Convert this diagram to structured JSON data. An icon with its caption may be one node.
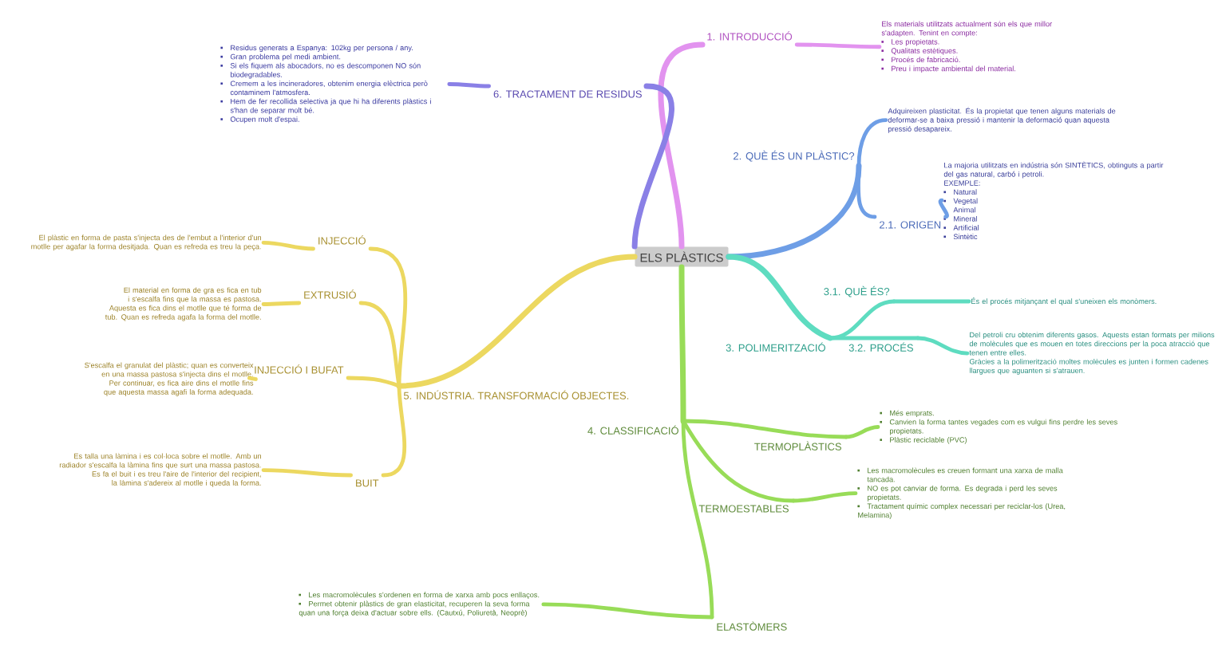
{
  "diagram": {
    "nodes": [
      {
        "text": [
          "ELS PLÀSTICS"
        ]
      },
      {
        "text": [
          "1. INTRODUCCIÓ"
        ]
      },
      {
        "text": [
          "Els materials utilitzats actualment són els que millor s'adapten. Tenint en compte:",
          "Les propietats.",
          "Qualitats estètiques.",
          "Procés de fabricació.",
          "Preu i impacte ambiental del material."
        ]
      },
      {
        "text": [
          "2. QUÈ ÉS UN PLÀSTIC?"
        ]
      },
      {
        "text": [
          "Adquireixen plasticitat. És la propietat que tenen alguns materials de deformar-se a baixa pressió i mantenir la deformació quan aquesta pressió desapareix."
        ]
      },
      {
        "text": [
          "2.1. ORIGEN"
        ]
      },
      {
        "text": [
          "La majoria utilitzats en indústria són SINTÈTICS, obtinguts a partir del gas natural, carbó i petroli.",
          "EXEMPLE:",
          "Natural",
          "Vegetal",
          "Animal",
          "Mineral",
          "Artificial",
          "Sintètic"
        ]
      },
      {
        "text": [
          "3. POLIMERITZACIÓ"
        ]
      },
      {
        "text": [
          "3.1. QUÈ ÉS?"
        ]
      },
      {
        "text": [
          "És el procés mitjançant el qual s'uneixen els monòmers."
        ]
      },
      {
        "text": [
          "3.2. PROCÉS"
        ]
      },
      {
        "text": [
          "Del petroli cru obtenim diferents gasos. Aquests estan formats per milions de molècules que es mouen en totes direccions per la poca atracció que tenen entre elles.",
          "Gràcies a la polimerització moltes molècules es junten i formen cadenes llargues que aguanten si s'atrauen."
        ]
      },
      {
        "text": [
          "4. CLASSIFICACIÓ"
        ]
      },
      {
        "text": [
          "TERMOPLÀSTICS"
        ]
      },
      {
        "text": [
          "Més emprats.",
          "Canvien la forma tantes vegades com es vulgui fins perdre les seves propietats.",
          "Plàstic reciclable (PVC)"
        ]
      },
      {
        "text": [
          "TERMOESTABLES"
        ]
      },
      {
        "text": [
          "Les macromolècules es creuen formant una xarxa de malla tancada.",
          "NO es pot canviar de forma. Es degrada i perd les seves propietats.",
          "Tractament químic complex necessari per reciclar-los (Urea, Melamina)"
        ]
      },
      {
        "text": [
          "ELASTÒMERS"
        ]
      },
      {
        "text": [
          "Les macromolècules s'ordenen en forma de xarxa amb pocs enllaços.",
          "Permet obtenir plàstics de gran elasticitat, recuperen la seva forma quan una força deixa d'actuar sobre ells. (Cautxú, Poliuretà, Neoprè)"
        ]
      },
      {
        "text": [
          "5. INDÚSTRIA. TRANSFORMACIÓ OBJECTES."
        ]
      },
      {
        "text": [
          "INJECCIÓ"
        ]
      },
      {
        "text": [
          "El plàstic en forma de pasta s'injecta des de l'embut a l'interior d'un motlle per agafar la forma desitjada. Quan es refreda es treu la peça."
        ]
      },
      {
        "text": [
          "EXTRUSIÓ"
        ]
      },
      {
        "text": [
          "El material en forma de gra es fica en tub i s'escalfa fins que la massa es pastosa.",
          "Aquesta es fica dins el motlle que té forma de tub. Quan es refreda agafa la forma del motlle."
        ]
      },
      {
        "text": [
          "INJECCIÓ I BUFAT"
        ]
      },
      {
        "text": [
          "S'escalfa el granulat del plàstic; quan es converteix en una massa pastosa s'injecta dins el motlle.",
          "Per continuar, es fica aire dins el motlle fins que aquesta massa agafi la forma adequada."
        ]
      },
      {
        "text": [
          "BUIT"
        ]
      },
      {
        "text": [
          "Es talla una làmina i es col·loca sobre el motlle. Amb un radiador s'escalfa la làmina fins que surt una massa pastosa.",
          "Es fa el buit i es treu l'aire de l'interior del recipient, la làmina s'adereix al motlle i queda la forma."
        ]
      },
      {
        "text": [
          "6. TRACTAMENT DE RESIDUS"
        ]
      },
      {
        "text": [
          "Residus generats a Espanya: 102kg per persona / any.",
          "Gran problema pel medi ambient.",
          "Si els fiquem als abocadors, no es descomponen NO són biodegradables.",
          "Cremem a les incineradores, obtenim energia elèctrica però contaminem l'atmosfera.",
          "Hem de fer recollida selectiva ja que hi ha diferents plàstics i s'han de separar molt bé.",
          "Ocupen molt d'espai."
        ]
      }
    ],
    "edges": [
      {
        "from": 0,
        "to": 1,
        "arrow": "none",
        "color": "#e293ef"
      },
      {
        "from": 1,
        "to": 2,
        "arrow": "none",
        "color": "#e293ef"
      },
      {
        "from": 0,
        "to": 3,
        "arrow": "none",
        "color": "#6e9ee6"
      },
      {
        "from": 3,
        "to": 4,
        "arrow": "none",
        "color": "#6e9ee6"
      },
      {
        "from": 3,
        "to": 5,
        "arrow": "none",
        "color": "#6e9ee6"
      },
      {
        "from": 5,
        "to": 6,
        "arrow": "none",
        "color": "#6e9ee6"
      },
      {
        "from": 0,
        "to": 7,
        "arrow": "none",
        "color": "#5edcc0"
      },
      {
        "from": 7,
        "to": 8,
        "arrow": "none",
        "color": "#5edcc0"
      },
      {
        "from": 8,
        "to": 9,
        "arrow": "none",
        "color": "#5edcc0"
      },
      {
        "from": 7,
        "to": 10,
        "arrow": "none",
        "color": "#5edcc0"
      },
      {
        "from": 10,
        "to": 11,
        "arrow": "none",
        "color": "#5edcc0"
      },
      {
        "from": 0,
        "to": 12,
        "arrow": "none",
        "color": "#98dc58"
      },
      {
        "from": 12,
        "to": 13,
        "arrow": "none",
        "color": "#98dc58"
      },
      {
        "from": 13,
        "to": 14,
        "arrow": "none",
        "color": "#98dc58"
      },
      {
        "from": 12,
        "to": 15,
        "arrow": "none",
        "color": "#98dc58"
      },
      {
        "from": 15,
        "to": 16,
        "arrow": "none",
        "color": "#98dc58"
      },
      {
        "from": 12,
        "to": 17,
        "arrow": "none",
        "color": "#98dc58"
      },
      {
        "from": 17,
        "to": 18,
        "arrow": "none",
        "color": "#98dc58"
      },
      {
        "from": 0,
        "to": 19,
        "arrow": "none",
        "color": "#ecd860"
      },
      {
        "from": 19,
        "to": 20,
        "arrow": "none",
        "color": "#ecd860"
      },
      {
        "from": 20,
        "to": 21,
        "arrow": "none",
        "color": "#ecd860"
      },
      {
        "from": 19,
        "to": 22,
        "arrow": "none",
        "color": "#ecd860"
      },
      {
        "from": 22,
        "to": 23,
        "arrow": "none",
        "color": "#ecd860"
      },
      {
        "from": 19,
        "to": 24,
        "arrow": "none",
        "color": "#ecd860"
      },
      {
        "from": 24,
        "to": 25,
        "arrow": "none",
        "color": "#ecd860"
      },
      {
        "from": 19,
        "to": 26,
        "arrow": "none",
        "color": "#ecd860"
      },
      {
        "from": 26,
        "to": 27,
        "arrow": "none",
        "color": "#ecd860"
      },
      {
        "from": 0,
        "to": 28,
        "arrow": "none",
        "color": "#8a80e6"
      },
      {
        "from": 28,
        "to": 29,
        "arrow": "none",
        "color": "#8a80e6"
      }
    ]
  }
}
